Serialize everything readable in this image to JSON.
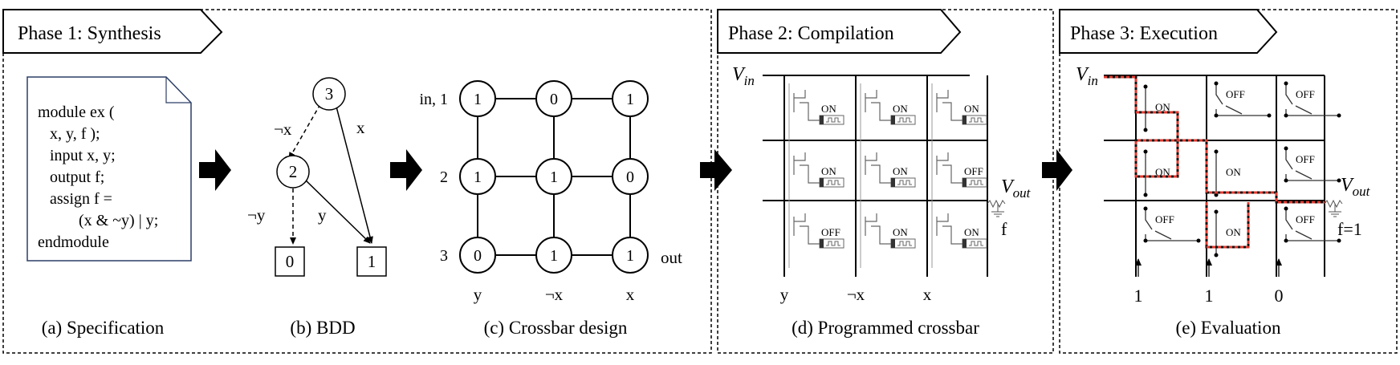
{
  "phases": [
    {
      "title": "Phase 1: Synthesis"
    },
    {
      "title": "Phase 2: Compilation"
    },
    {
      "title": "Phase 3: Execution"
    }
  ],
  "spec": {
    "lines": [
      "module ex (",
      "x, y, f );",
      "input x, y;",
      "output f;",
      "assign f =",
      "(x & ~y) | y;",
      "endmodule"
    ]
  },
  "bdd": {
    "nodes": {
      "root": "3",
      "mid": "2",
      "t0": "0",
      "t1": "1"
    },
    "edges": {
      "root_neg": "¬x",
      "root_pos": "x",
      "mid_neg": "¬y",
      "mid_pos": "y"
    }
  },
  "crossbar": {
    "rows": [
      [
        "1",
        "0",
        "1"
      ],
      [
        "1",
        "1",
        "0"
      ],
      [
        "0",
        "1",
        "1"
      ]
    ],
    "row_labels": [
      "in, 1",
      "2",
      "3"
    ],
    "col_labels": [
      "y",
      "¬x",
      "x"
    ],
    "out_label": "out"
  },
  "programmed": {
    "states": [
      [
        "ON",
        "ON",
        "ON"
      ],
      [
        "ON",
        "ON",
        "OFF"
      ],
      [
        "OFF",
        "ON",
        "ON"
      ]
    ],
    "vin": "V",
    "vin_sub": "in",
    "vout": "V",
    "vout_sub": "out",
    "f_label": "f",
    "col_labels": [
      "y",
      "¬x",
      "x"
    ]
  },
  "evaluation": {
    "states": [
      [
        "ON",
        "OFF",
        "OFF"
      ],
      [
        "ON",
        "ON",
        "OFF"
      ],
      [
        "OFF",
        "ON",
        "OFF"
      ]
    ],
    "vin": "V",
    "vin_sub": "in",
    "vout": "V",
    "vout_sub": "out",
    "f_label": "f=1",
    "input_values": [
      "1",
      "1",
      "0"
    ],
    "path_color": "#e03a2f"
  },
  "captions": {
    "a": "(a) Specification",
    "b": "(b) BDD",
    "c": "(c) Crossbar design",
    "d": "(d) Programmed crossbar",
    "e": "(e) Evaluation"
  }
}
